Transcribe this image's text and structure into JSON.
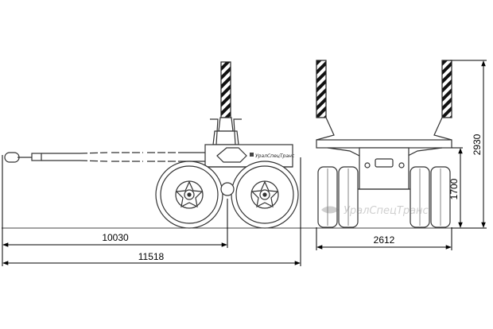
{
  "dimensions": {
    "wheelbase_length": "10030",
    "overall_length": "11518",
    "track_width": "2612",
    "overall_height": "2930",
    "platform_height": "1700"
  },
  "logo": {
    "name": "УралСпецТранс",
    "color": "#222222"
  },
  "icons": [
    "logo-icon"
  ]
}
